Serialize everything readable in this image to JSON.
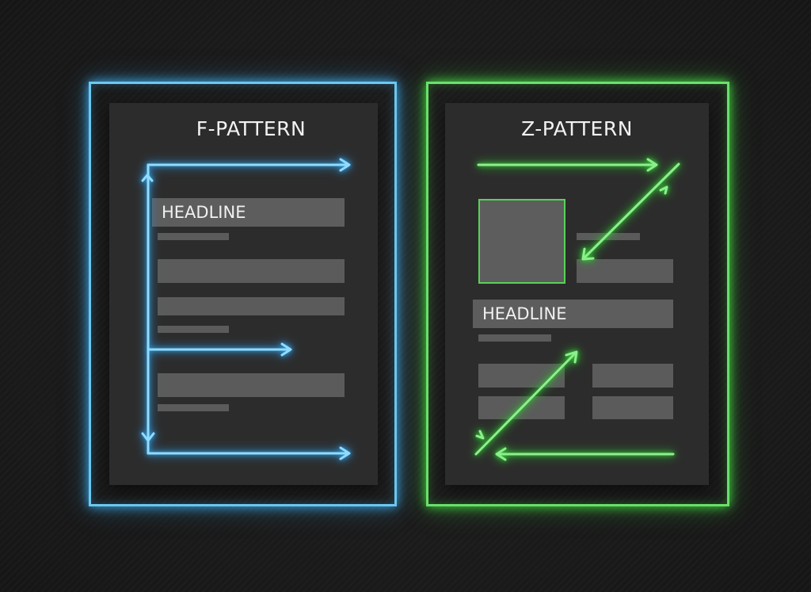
{
  "f_pattern": {
    "title": "F-PATTERN",
    "headline": "HEADLINE",
    "color": "#6cc8f0"
  },
  "z_pattern": {
    "title": "Z-PATTERN",
    "headline": "HEADLINE",
    "color": "#6be06b"
  },
  "background_color": "#1c1c1c",
  "placeholder_color": "#5b5b5b"
}
